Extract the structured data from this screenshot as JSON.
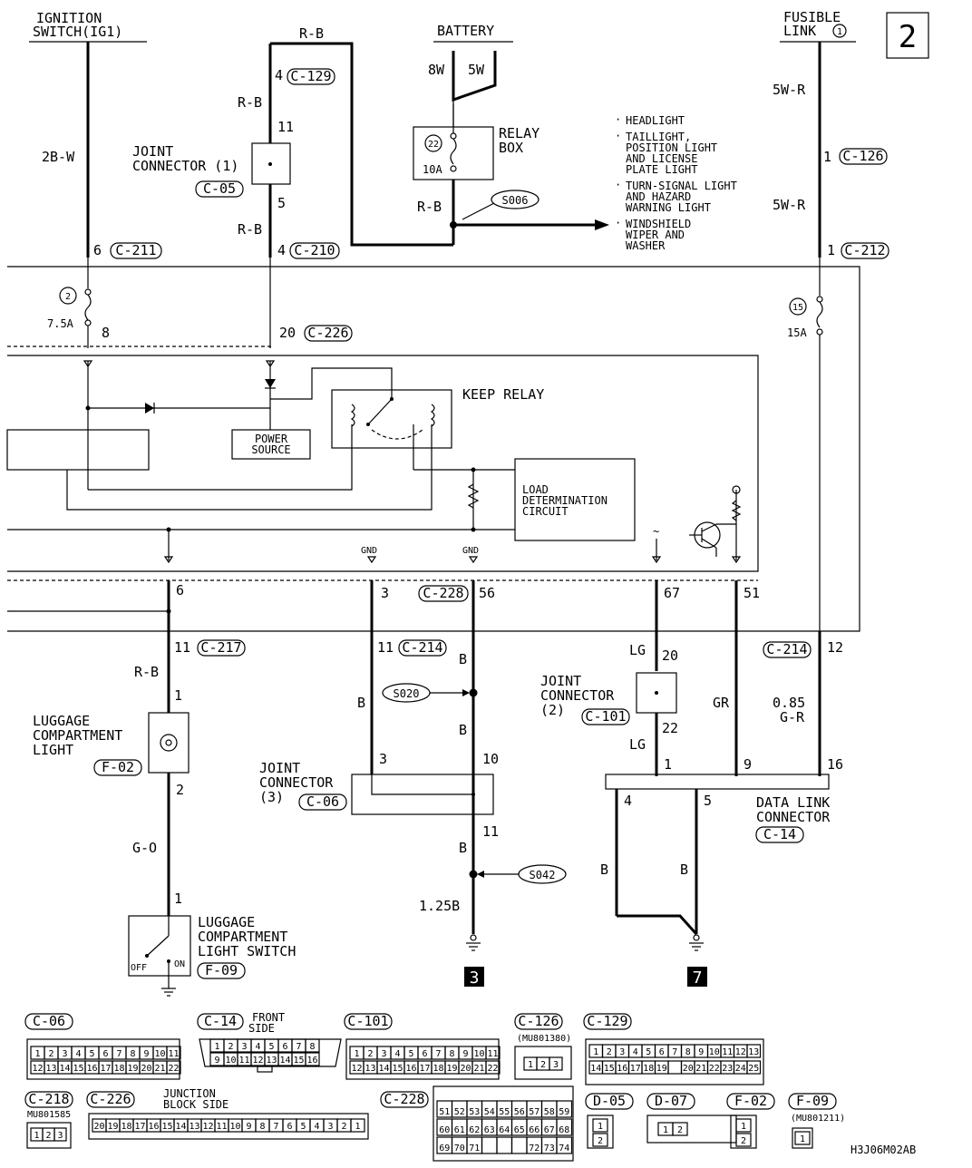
{
  "page_number": "2",
  "diagram_code": "H3J06M02AB",
  "top": {
    "ignition": [
      "IGNITION",
      "SWITCH(IG1)"
    ],
    "battery": "BATTERY",
    "fusible": [
      "FUSIBLE",
      "LINK"
    ],
    "fusible_num": "1",
    "rb_top": "R-B"
  },
  "wires": {
    "w2bw": "2B-W",
    "w8w": "8W",
    "w5w": "5W",
    "rb1": "R-B",
    "rb2": "R-B",
    "rb3": "R-B",
    "w5wr1": "5W-R",
    "w5wr2": "5W-R",
    "rb4": "R-B",
    "b1": "B",
    "b2": "B",
    "b3": "B",
    "b4": "B",
    "b5": "B",
    "b6": "B",
    "b125": "1.25B",
    "go": "G-O",
    "lg1": "LG",
    "lg2": "LG",
    "gr": "GR",
    "gr085a": "0.85",
    "gr085b": "G-R"
  },
  "pins": {
    "p4a": "4",
    "p11a": "11",
    "p5a": "5",
    "p4b": "4",
    "p6a": "6",
    "p8": "8",
    "p20a": "20",
    "p1a": "1",
    "p1b": "1",
    "p6b": "6",
    "p3a": "3",
    "p56": "56",
    "p67": "67",
    "p51": "51",
    "p11b": "11",
    "p11c": "11",
    "p12": "12",
    "p1c": "1",
    "p2": "2",
    "p1d": "1",
    "p20b": "20",
    "p22": "22",
    "p3b": "3",
    "p10": "10",
    "p11d": "11",
    "p1e": "1",
    "p9": "9",
    "p16": "16",
    "p4c": "4",
    "p5b": "5"
  },
  "connectors": {
    "c129": "C-129",
    "c126": "C-126",
    "c05": "C-05",
    "c211": "C-211",
    "c210": "C-210",
    "c212": "C-212",
    "c226": "C-226",
    "c228": "C-228",
    "c217": "C-217",
    "c214a": "C-214",
    "c214b": "C-214",
    "c101": "C-101",
    "c02": "F-02",
    "c06": "C-06",
    "c14": "C-14",
    "f09": "F-09"
  },
  "fuses": {
    "f2": "2",
    "f2amp": "7.5A",
    "f22": "22",
    "f22amp": "10A",
    "f15": "15",
    "f15amp": "15A"
  },
  "labels": {
    "joint1": [
      "JOINT",
      "CONNECTOR (1)"
    ],
    "relaybox": [
      "RELAY",
      "BOX"
    ],
    "s006": "S006",
    "s020": "S020",
    "s042": "S042",
    "loads": [
      "HEADLIGHT",
      "TAILLIGHT,",
      "POSITION LIGHT",
      "AND LICENSE",
      "PLATE LIGHT",
      "TURN-SIGNAL LIGHT",
      "AND HAZARD",
      "WARNING LIGHT",
      "WINDSHIELD",
      "WIPER AND",
      "WASHER"
    ],
    "keep_relay": "KEEP RELAY",
    "power_source": [
      "POWER",
      "SOURCE"
    ],
    "load_det": [
      "LOAD",
      "DETERMINATION",
      "CIRCUIT"
    ],
    "gnd1": "GND",
    "gnd2": "GND",
    "luggage_light": [
      "LUGGAGE",
      "COMPARTMENT",
      "LIGHT"
    ],
    "luggage_switch": [
      "LUGGAGE",
      "COMPARTMENT",
      "LIGHT SWITCH"
    ],
    "off": "OFF",
    "on": "ON",
    "joint3": [
      "JOINT",
      "CONNECTOR",
      "(3)"
    ],
    "joint2": [
      "JOINT",
      "CONNECTOR",
      "(2)"
    ],
    "dlc": [
      "DATA LINK",
      "CONNECTOR"
    ],
    "ground3": "3",
    "ground7": "7"
  },
  "legend": {
    "c06": "C-06",
    "c14": "C-14",
    "c14_side": [
      "FRONT",
      "SIDE"
    ],
    "c101": "C-101",
    "c126": "C-126",
    "c126_part": "(MU801380)",
    "c129": "C-129",
    "c218": "C-218",
    "c218_part": "MU801585",
    "c226": "C-226",
    "c226_side": [
      "JUNCTION",
      "BLOCK SIDE"
    ],
    "c228": "C-228",
    "d05": "D-05",
    "d07": "D-07",
    "f02": "F-02",
    "f09": "F-09",
    "f09_part": "(MU801211)",
    "c06_row1": [
      "1",
      "2",
      "3",
      "4",
      "5",
      "6",
      "7",
      "8",
      "9",
      "10",
      "11"
    ],
    "c06_row2": [
      "12",
      "13",
      "14",
      "15",
      "16",
      "17",
      "18",
      "19",
      "20",
      "21",
      "22"
    ],
    "c14_row1": [
      "1",
      "2",
      "3",
      "4",
      "5",
      "6",
      "7",
      "8"
    ],
    "c14_row2": [
      "9",
      "10",
      "11",
      "12",
      "13",
      "14",
      "15",
      "16"
    ],
    "c129_row1": [
      "1",
      "2",
      "3",
      "4",
      "5",
      "6",
      "7",
      "8",
      "9",
      "10",
      "11",
      "12",
      "13"
    ],
    "c129_row2": [
      "14",
      "15",
      "16",
      "17",
      "18",
      "19",
      "",
      "20",
      "21",
      "22",
      "23",
      "24",
      "25"
    ],
    "c126_pins": [
      "1",
      "2",
      "3"
    ],
    "c218_pins": [
      "1",
      "2",
      "3"
    ],
    "c226_pins": [
      "20",
      "19",
      "18",
      "17",
      "16",
      "15",
      "14",
      "13",
      "12",
      "11",
      "10",
      "9",
      "8",
      "7",
      "6",
      "5",
      "4",
      "3",
      "2",
      "1"
    ],
    "c228_row1": [
      "51",
      "52",
      "53",
      "54",
      "55",
      "56",
      "57",
      "58",
      "59"
    ],
    "c228_row2": [
      "60",
      "61",
      "62",
      "63",
      "64",
      "65",
      "66",
      "67",
      "68"
    ],
    "c228_row3": [
      "69",
      "70",
      "71",
      "",
      "",
      "",
      "72",
      "73",
      "74"
    ],
    "d05_pins": [
      "1",
      "2"
    ],
    "d07_pins": [
      "1",
      "2"
    ],
    "f02_pins": [
      "1",
      "2"
    ],
    "f09_pins": [
      "1"
    ]
  }
}
